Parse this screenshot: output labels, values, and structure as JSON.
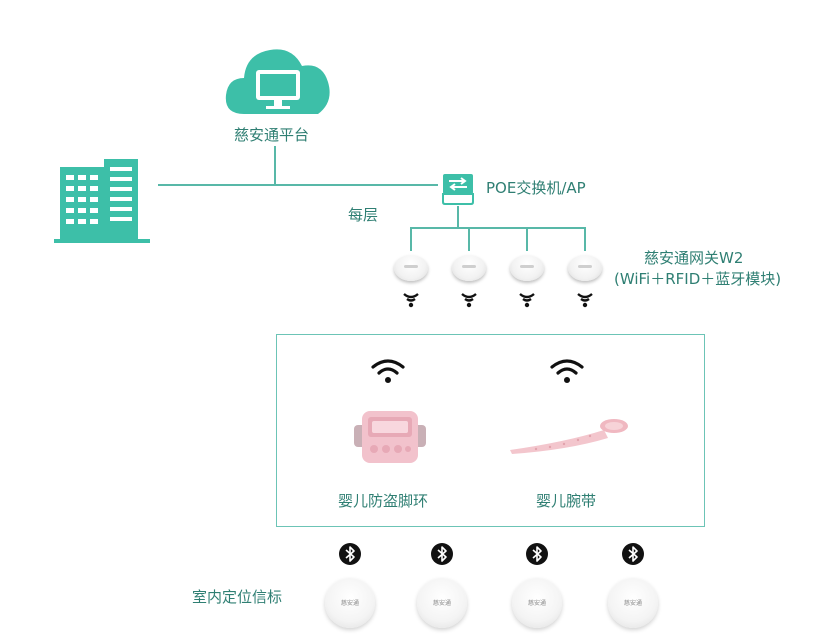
{
  "platform": {
    "label": "慈安通平台"
  },
  "switch": {
    "label": "POE交换机/AP"
  },
  "floor": {
    "label": "每层"
  },
  "gateway": {
    "label_line1": "慈安通网关W2",
    "label_line2": "(WiFi＋RFID＋蓝牙模块)",
    "count": 4
  },
  "devices": {
    "anklet_label": "婴儿防盗脚环",
    "wristband_label": "婴儿腕带"
  },
  "beacons": {
    "label": "室内定位信标",
    "device_text": "慈安通",
    "count": 4
  },
  "colors": {
    "teal": "#3dbfa8",
    "teal_dark": "#2f7f73",
    "line": "#58b8a8"
  },
  "icons": {
    "cloud": "cloud-monitor-icon",
    "building": "building-icon",
    "switch": "network-switch-icon",
    "wifi": "wifi-icon",
    "bluetooth": "bluetooth-icon"
  }
}
